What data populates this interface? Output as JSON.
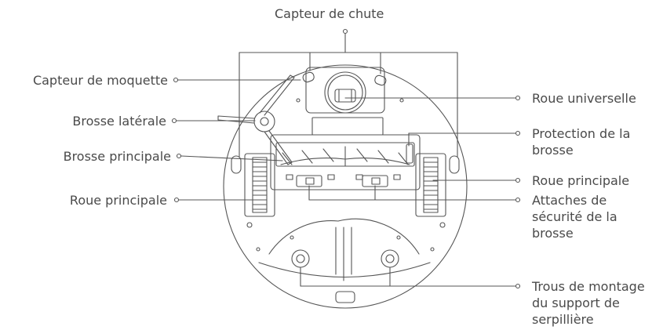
{
  "colors": {
    "line": "#555555",
    "text": "#4a4a4a",
    "background": "#ffffff"
  },
  "labels": {
    "top": "Capteur de chute",
    "left": [
      "Capteur de moquette",
      "Brosse latérale",
      "Brosse principale",
      "Roue principale"
    ],
    "right": {
      "universal_wheel": "Roue universelle",
      "brush_guard_1": "Protection de la",
      "brush_guard_2": "brosse",
      "main_wheel": "Roue principale",
      "brush_clips_1": "Attaches de",
      "brush_clips_2": "sécurité de la",
      "brush_clips_3": "brosse",
      "mop_holes_1": "Trous de montage",
      "mop_holes_2": "du support de",
      "mop_holes_3": "serpillière"
    }
  }
}
